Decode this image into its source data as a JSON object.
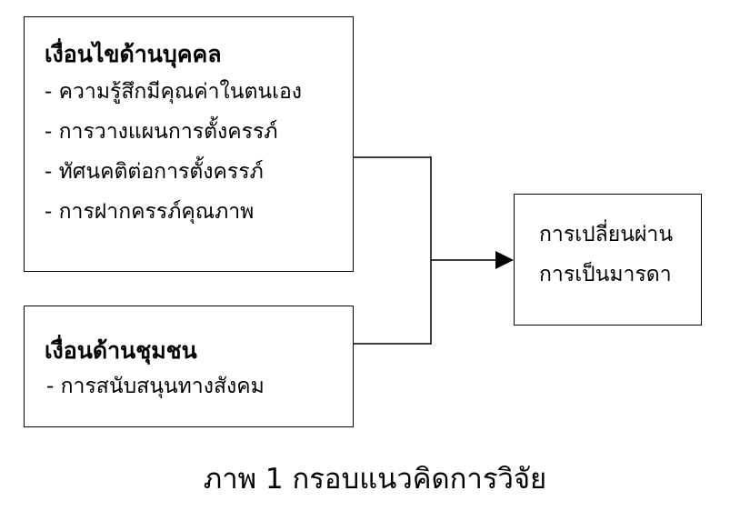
{
  "individual_factors": {
    "heading": "เงื่อนไขด้านบุคคล",
    "items": [
      "- ความรู้สึกมีคุณค่าในตนเอง",
      "- การวางแผนการตั้งครรภ์",
      "- ทัศนคติต่อการตั้งครรภ์",
      "- การฝากครรภ์คุณภาพ"
    ]
  },
  "community_factors": {
    "heading": "เงื่อนด้านชุมชน",
    "items": [
      "- การสนับสนุนทางสังคม"
    ]
  },
  "outcome": {
    "lines": [
      "การเปลี่ยนผ่าน",
      "การเป็นมารดา"
    ]
  },
  "caption": "ภาพ 1 กรอบแนวคิดการวิจัย"
}
